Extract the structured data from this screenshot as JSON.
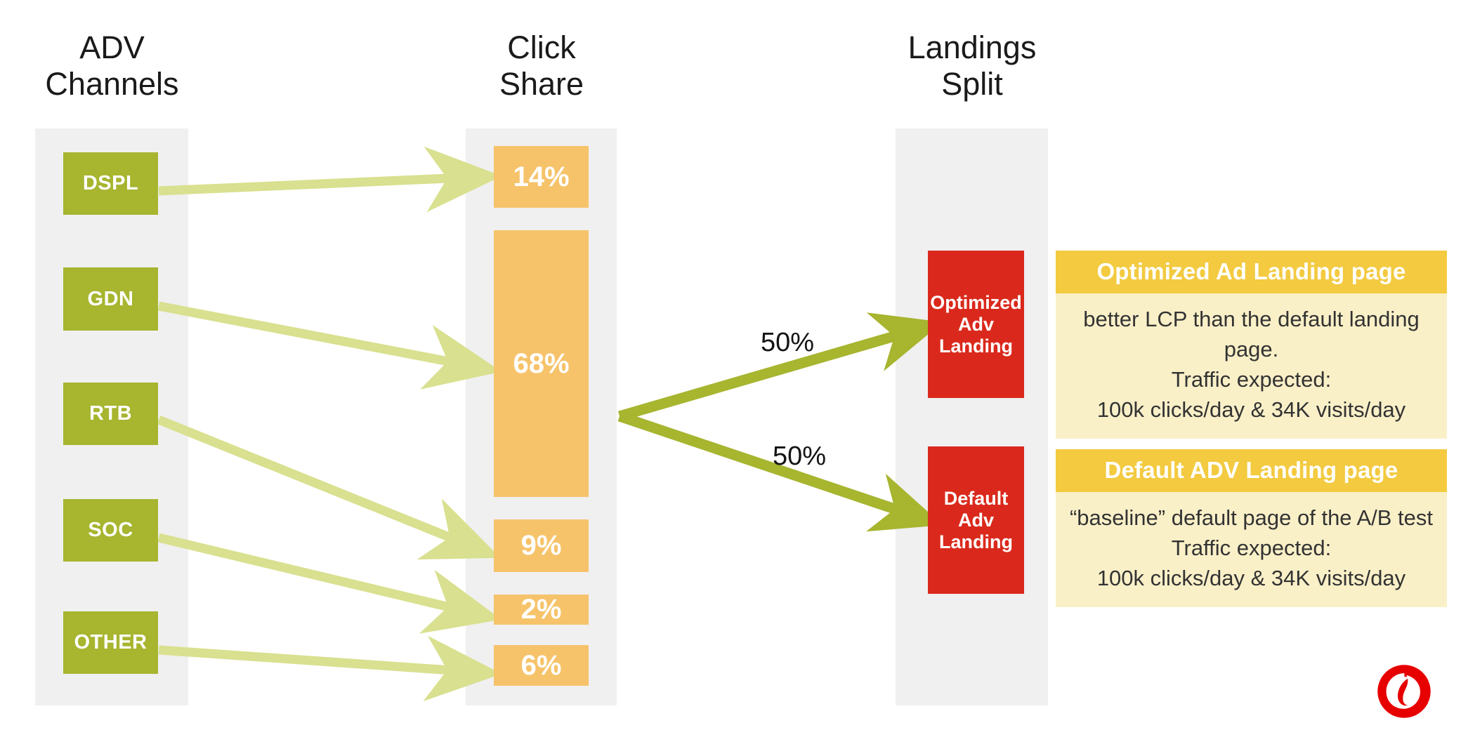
{
  "columns": {
    "adv_channels": {
      "title": "ADV\nChannels"
    },
    "click_share": {
      "title": "Click\nShare"
    },
    "landings_split": {
      "title": "Landings\nSplit"
    }
  },
  "channels": [
    {
      "label": "DSPL"
    },
    {
      "label": "GDN"
    },
    {
      "label": "RTB"
    },
    {
      "label": "SOC"
    },
    {
      "label": "OTHER"
    }
  ],
  "click_share_bars": [
    {
      "label": "14%"
    },
    {
      "label": "68%"
    },
    {
      "label": "9%"
    },
    {
      "label": "2%"
    },
    {
      "label": "6%"
    }
  ],
  "split": {
    "top_label": "50%",
    "bottom_label": "50%"
  },
  "landings": [
    {
      "label": "Optimized\nAdv\nLanding"
    },
    {
      "label": "Default\nAdv\nLanding"
    }
  ],
  "info_cards": [
    {
      "title": "Optimized Ad Landing page",
      "body": "better LCP than the default landing page.\nTraffic expected:\n100k clicks/day  & 34K visits/day"
    },
    {
      "title": "Default ADV Landing page",
      "body": "“baseline” default page of the A/B test\nTraffic expected:\n100k clicks/day  & 34K visits/day"
    }
  ],
  "logo": {
    "name": "vodafone-logo"
  },
  "chart_data": {
    "type": "bar",
    "title": "ADV Channels → Click Share → Landings Split",
    "categories": [
      "DSPL",
      "GDN",
      "RTB",
      "SOC",
      "OTHER"
    ],
    "series": [
      {
        "name": "Click Share",
        "values": [
          14,
          68,
          9,
          2,
          6
        ],
        "unit": "%"
      }
    ],
    "flows": [
      {
        "from": "DSPL",
        "to": "14%"
      },
      {
        "from": "GDN",
        "to": "68%"
      },
      {
        "from": "RTB",
        "to": "9%"
      },
      {
        "from": "SOC",
        "to": "2%"
      },
      {
        "from": "OTHER",
        "to": "6%"
      },
      {
        "from": "Click Share",
        "to": "Optimized Adv Landing",
        "value": 50,
        "unit": "%"
      },
      {
        "from": "Click Share",
        "to": "Default Adv Landing",
        "value": 50,
        "unit": "%"
      }
    ],
    "ylim": [
      0,
      68
    ],
    "xlabel": "",
    "ylabel": "Click Share (%)",
    "grid": false,
    "legend": "none"
  },
  "colors": {
    "channel_green": "#a7b52f",
    "share_orange": "#f6c36b",
    "landing_red": "#da291c",
    "card_header_yellow": "#f3ca40",
    "card_body_cream": "#faf0c8",
    "column_grey": "#f0f0f0",
    "arrow_light_green": "#d9e08f",
    "arrow_dark_green": "#a7b52f",
    "logo_red": "#e60000"
  }
}
